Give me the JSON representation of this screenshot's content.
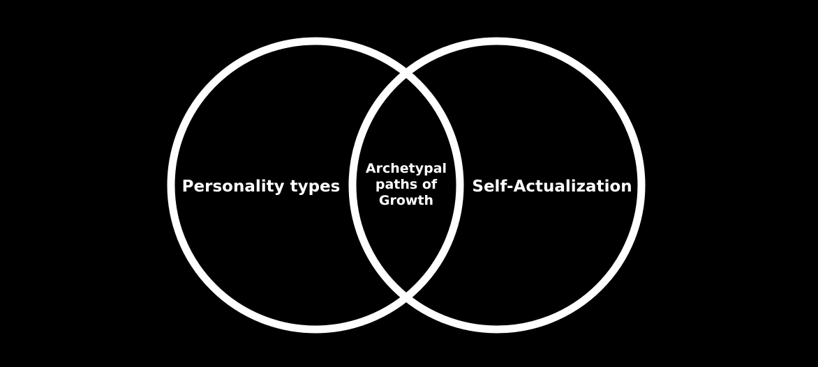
{
  "diagram": {
    "type": "venn",
    "background_color": "#000000",
    "stroke_color": "#ffffff",
    "text_color": "#ffffff",
    "sets": [
      {
        "label": "Personality types"
      },
      {
        "label": "Self-Actualization"
      }
    ],
    "intersection": {
      "lines": [
        "Archetypal",
        "paths of",
        "Growth"
      ]
    }
  }
}
